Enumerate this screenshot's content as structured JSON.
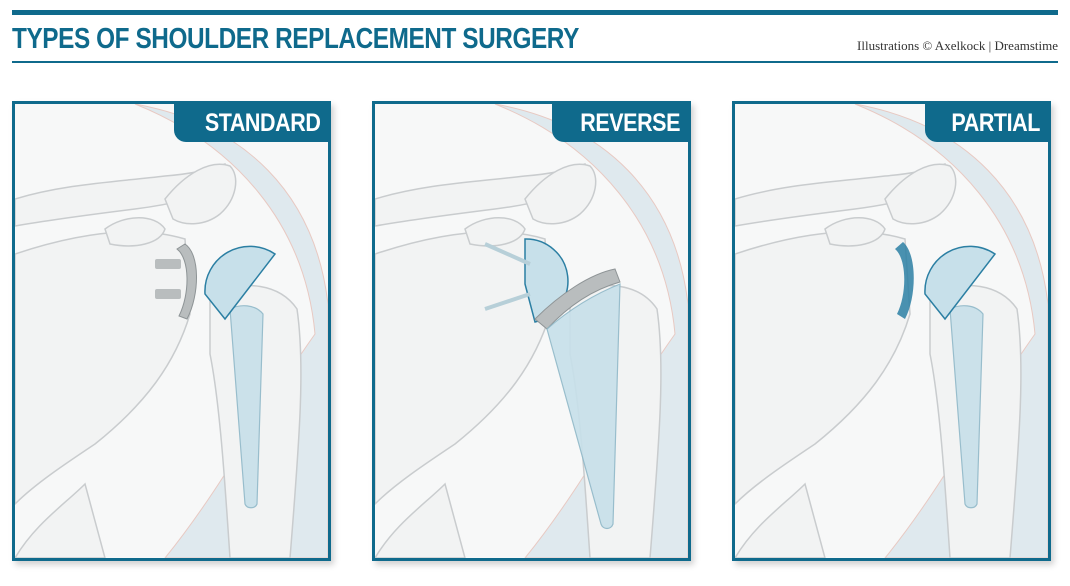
{
  "title": "TYPES OF SHOULDER REPLACEMENT SURGERY",
  "credit": "Illustrations © Axelkock | Dreamstime",
  "panels": [
    {
      "label": "STANDARD",
      "type": "standard"
    },
    {
      "label": "REVERSE",
      "type": "reverse"
    },
    {
      "label": "PARTIAL",
      "type": "partial"
    }
  ],
  "colors": {
    "accent": "#0f6a8c",
    "bone": "#f2f3f3",
    "bone_outline": "#c9ccce",
    "skin": "#dfe9ee",
    "implant": "#c7e0ea",
    "implant_edge": "#2b7fa3",
    "liner": "#b9bdbe"
  }
}
